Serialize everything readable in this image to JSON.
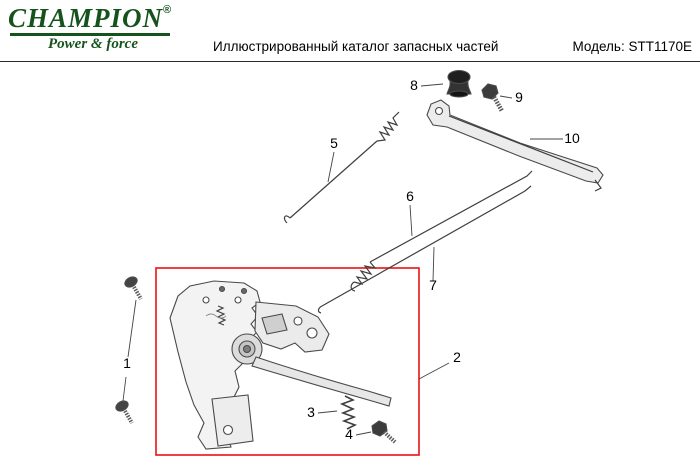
{
  "header": {
    "brand": "CHAMPION",
    "reg_mark": "®",
    "tagline": "Power & force",
    "catalog_title": "Иллюстрированный каталог запасных частей",
    "model": "Модель: STT1170E"
  },
  "colors": {
    "brand_green": "#15531d",
    "callout_red": "#ee1111",
    "line_gray": "#3f3f3f"
  },
  "diagram": {
    "type": "exploded-parts-diagram",
    "part_labels": [
      "1",
      "2",
      "3",
      "4",
      "5",
      "6",
      "7",
      "8",
      "9",
      "10"
    ]
  }
}
